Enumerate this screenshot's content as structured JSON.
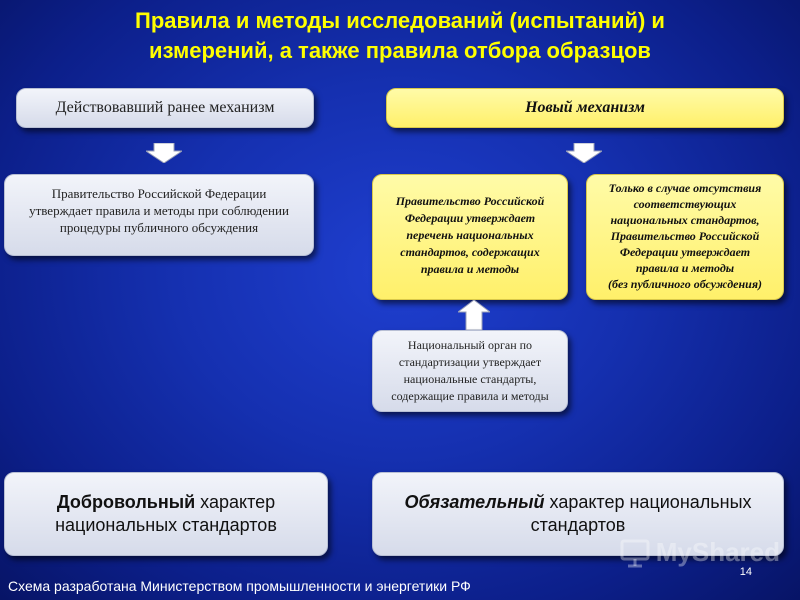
{
  "slide": {
    "title_line1": "Правила и методы исследований (испытаний) и",
    "title_line2": "измерений, а также правила отбора образцов",
    "footer": "Схема разработана Министерством промышленности и энергетики РФ",
    "page_number": "14",
    "watermark": "MyShared"
  },
  "left": {
    "header": "Действовавший ранее механизм",
    "box1": {
      "line1": "Правительство Российской Федерации",
      "line2": "утверждает правила и методы при соблюдении",
      "line3": "процедуры публичного обсуждения"
    },
    "bottom": {
      "bold": "Добровольный",
      "rest_line1": " характер",
      "line2": "национальных стандартов"
    }
  },
  "right": {
    "header": "Новый механизм",
    "box_a": {
      "line1": "Правительство Российской",
      "line2": "Федерации утверждает",
      "line3": "перечень национальных",
      "line4": "стандартов, содержащих",
      "line5": "правила и методы"
    },
    "box_b": {
      "line1": "Только в случае отсутствия",
      "line2": "соответствующих",
      "line3": "национальных стандартов,",
      "line4": "Правительство Российской",
      "line5": "Федерации утверждает",
      "line6": "правила и методы",
      "line7": "(без публичного обсуждения)"
    },
    "box_c": {
      "line1": "Национальный орган по",
      "line2": "стандартизации утверждает",
      "line3": "национальные стандарты,",
      "line4": "содержащие правила и методы"
    },
    "bottom": {
      "bold": "Обязательный",
      "rest_line1": " характер национальных",
      "line2": "стандартов"
    }
  },
  "colors": {
    "title": "#ffff00",
    "background": "#1530b0",
    "gray_box": "#e4e8f3",
    "yellow_box": "#fff27a"
  }
}
